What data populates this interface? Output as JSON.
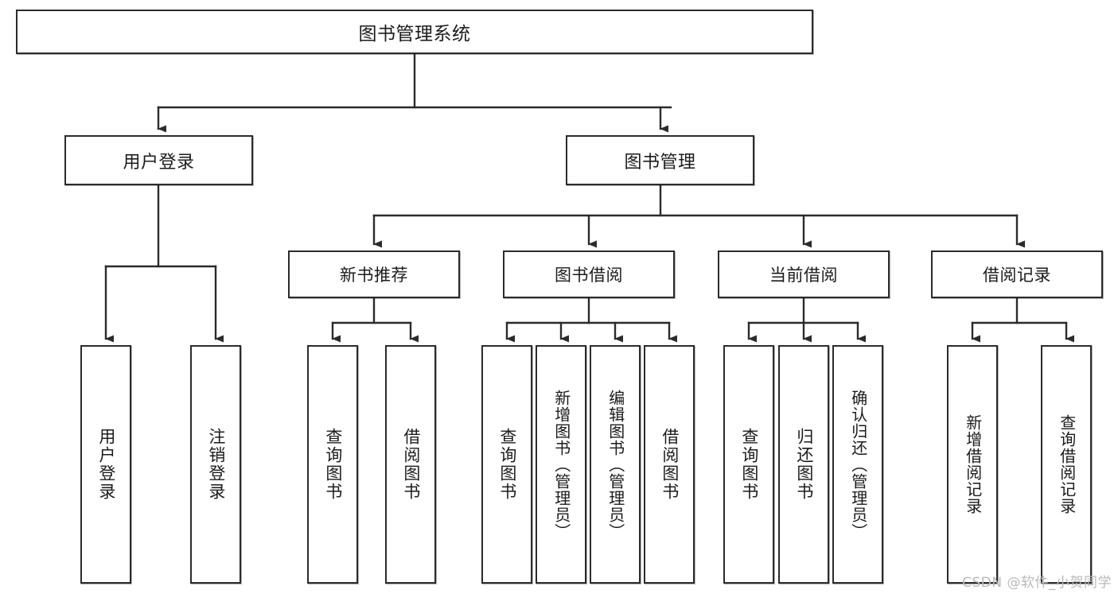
{
  "diagram": {
    "title": "图书管理系统",
    "type": "hierarchy-tree",
    "watermark": "CSDN @软件_小贺同学",
    "colors": {
      "node_border": "#2b2b2b",
      "node_fill": "#ffffff",
      "edge": "#333333",
      "text": "#1b1b1b",
      "watermark": "#b9b9b9",
      "background": "#ffffff"
    },
    "root": {
      "label": "图书管理系统",
      "level": 0
    },
    "level2": [
      {
        "label": "用户登录"
      },
      {
        "label": "图书管理"
      }
    ],
    "level3": [
      {
        "label": "新书推荐"
      },
      {
        "label": "图书借阅"
      },
      {
        "label": "当前借阅"
      },
      {
        "label": "借阅记录"
      }
    ],
    "leaves": {
      "user_login": [
        {
          "label": "用户登录"
        },
        {
          "label": "注销登录"
        }
      ],
      "new_book_recommend": [
        {
          "label": "查询图书"
        },
        {
          "label": "借阅图书"
        }
      ],
      "book_borrow": [
        {
          "label": "查询图书"
        },
        {
          "label": "新增图书（管理员）"
        },
        {
          "label": "编辑图书（管理员）"
        },
        {
          "label": "借阅图书"
        }
      ],
      "current_borrow": [
        {
          "label": "查询图书"
        },
        {
          "label": "归还图书"
        },
        {
          "label": "确认归还（管理员）"
        }
      ],
      "borrow_record": [
        {
          "label": "新增借阅记录"
        },
        {
          "label": "查询借阅记录"
        }
      ]
    }
  }
}
